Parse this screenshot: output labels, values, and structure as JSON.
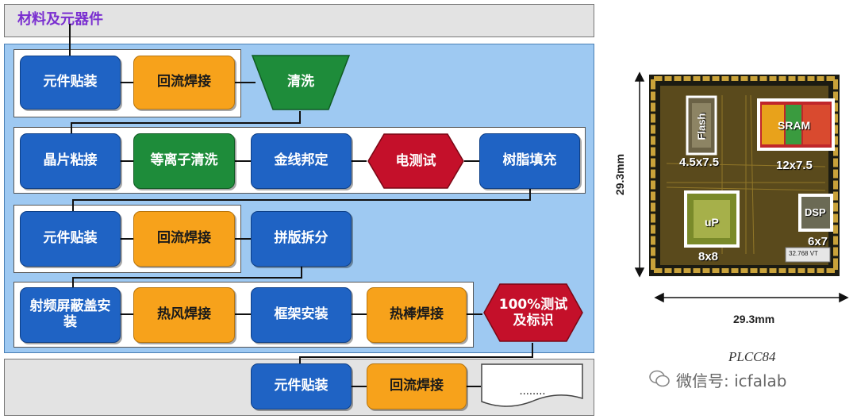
{
  "flow": {
    "top_label": "材料及元器件",
    "row1": [
      "元件贴装",
      "回流焊接",
      "清洗"
    ],
    "row2": [
      "晶片粘接",
      "等离子清洗",
      "金线邦定",
      "电测试",
      "树脂填充"
    ],
    "row3": [
      "元件贴装",
      "回流焊接",
      "拼版拆分"
    ],
    "row4": [
      "射频屏蔽盖安装",
      "热风焊接",
      "框架安装",
      "热棒焊接",
      "100%测试及标识"
    ],
    "bottom": [
      "元件贴装",
      "回流焊接",
      "........"
    ]
  },
  "chip": {
    "blocks": [
      {
        "name": "Flash",
        "size": "4.5x7.5"
      },
      {
        "name": "SRAM",
        "size": "12x7.5"
      },
      {
        "name": "uP",
        "size": "8x8"
      },
      {
        "name": "DSP",
        "size": "6x7"
      }
    ],
    "crystal": "32.768 VT",
    "height_dim": "29.3mm",
    "width_dim": "29.3mm",
    "package": "PLCC84"
  },
  "watermark": "微信号: icfalab",
  "colors": {
    "blue": "#1f63c4",
    "orange": "#f7a21b",
    "green": "#1e8c3a",
    "red": "#c4102a",
    "band": "#9ec9f2"
  }
}
